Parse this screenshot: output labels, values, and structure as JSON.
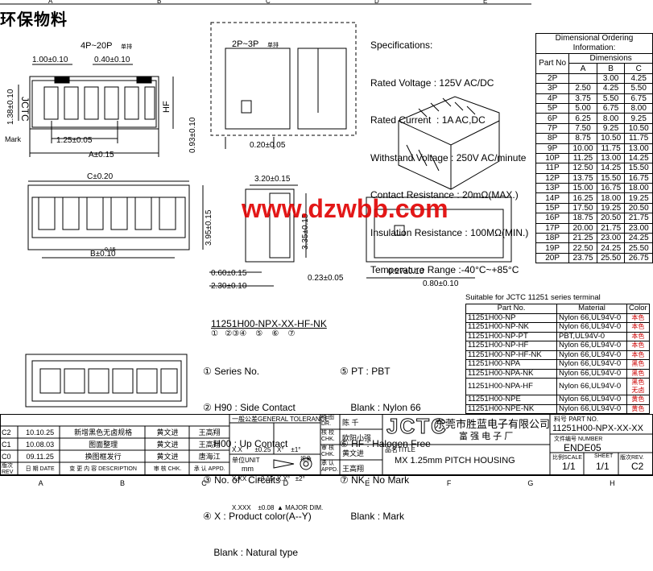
{
  "stamp": "环保物料",
  "views": {
    "top_label": "4P~20P",
    "top_label_note": "单排",
    "small_label": "2P~3P",
    "small_label_note": "单排",
    "dims": {
      "d1": "1.00±0.10",
      "d2": "0.40±0.10",
      "d3": "1.38±0.10",
      "d4": "1.25±0.05",
      "d5": "A±0.15",
      "d6": "0.93±0.10",
      "d7": "0.20±0.05",
      "d8": "C±0.20",
      "d9": "3.20±0.15",
      "d10": "3.95±0.15",
      "d11": "3.35±0.15",
      "d12": "B±0.10",
      "d12b": "0.15",
      "d13": "0.60±0.15",
      "d14": "2.30±0.10",
      "d15": "0.23±0.05",
      "d16": "0.27±0.10",
      "d17": "0.80±0.10"
    },
    "mark": "Mark",
    "logo_text": "JCTC",
    "hf_text": "HF",
    "watermark": "www.dzwbb.com"
  },
  "specs": {
    "title": "Specifications:",
    "lines": [
      "Rated Voltage : 125V AC/DC",
      "Rated Current  : 1A AC,DC",
      "Withstand Voltage : 250V AC/minute",
      "Contact Resistance : 20mΩ(MAX.)",
      "Insulation Resistance : 100MΩ(MIN.)",
      "Temperature Range :-40°C~+85°C"
    ]
  },
  "dim_table": {
    "title": "Dimensional Ordering Information:",
    "col_partno": "Part No",
    "col_dimensions": "Dimensions",
    "cols": [
      "A",
      "B",
      "C"
    ],
    "rows": [
      [
        "2P",
        "",
        "3.00",
        "4.25"
      ],
      [
        "3P",
        "2.50",
        "4.25",
        "5.50"
      ],
      [
        "4P",
        "3.75",
        "5.50",
        "6.75"
      ],
      [
        "5P",
        "5.00",
        "6.75",
        "8.00"
      ],
      [
        "6P",
        "6.25",
        "8.00",
        "9.25"
      ],
      [
        "7P",
        "7.50",
        "9.25",
        "10.50"
      ],
      [
        "8P",
        "8.75",
        "10.50",
        "11.75"
      ],
      [
        "9P",
        "10.00",
        "11.75",
        "13.00"
      ],
      [
        "10P",
        "11.25",
        "13.00",
        "14.25"
      ],
      [
        "11P",
        "12.50",
        "14.25",
        "15.50"
      ],
      [
        "12P",
        "13.75",
        "15.50",
        "16.75"
      ],
      [
        "13P",
        "15.00",
        "16.75",
        "18.00"
      ],
      [
        "14P",
        "16.25",
        "18.00",
        "19.25"
      ],
      [
        "15P",
        "17.50",
        "19.25",
        "20.50"
      ],
      [
        "16P",
        "18.75",
        "20.50",
        "21.75"
      ],
      [
        "17P",
        "20.00",
        "21.75",
        "23.00"
      ],
      [
        "18P",
        "21.25",
        "23.00",
        "24.25"
      ],
      [
        "19P",
        "22.50",
        "24.25",
        "25.50"
      ],
      [
        "20P",
        "23.75",
        "25.50",
        "26.75"
      ]
    ]
  },
  "terminal_table": {
    "title": "Suitable for JCTC 11251 series terminal",
    "cols": [
      "Part No.",
      "Material",
      "Color"
    ],
    "rows": [
      [
        "11251H00-NP",
        "Nylon 66,UL94V-0",
        "本色"
      ],
      [
        "11251H00-NP-NK",
        "Nylon 66,UL94V-0",
        "本色"
      ],
      [
        "11251H00-NP-PT",
        "PBT,UL94V-0",
        "本色"
      ],
      [
        "11251H00-NP-HF",
        "Nylon 66,UL94V-0",
        "本色"
      ],
      [
        "11251H00-NP-HF-NK",
        "Nylon 66,UL94V-0",
        "本色"
      ],
      [
        "11251H00-NPA",
        "Nylon 66,UL94V-0",
        "黑色"
      ],
      [
        "11251H00-NPA-NK",
        "Nylon 66,UL94V-0",
        "黑色"
      ],
      [
        "11251H00-NPA-HF",
        "Nylon 66,UL94V-0",
        "黑色无卤"
      ],
      [
        "11251H00-NPE",
        "Nylon 66,UL94V-0",
        "黄色"
      ],
      [
        "11251H00-NPE-NK",
        "Nylon 66,UL94V-0",
        "黄色"
      ]
    ]
  },
  "part_number": {
    "code": "11251H00-NPX-XX-HF-NK",
    "markers": "①   ②③④    ⑤    ⑥    ⑦",
    "left": [
      "① Series No.",
      "② H90 : Side Contact",
      "    H00 : Up Contact",
      "③ No. of   Circuits",
      "④ X : Product color(A--Y)",
      "    Blank : Natural type"
    ],
    "right": [
      "⑤ PT : PBT",
      "    Blank : Nylon 66",
      "⑥ HF : Halogen Free",
      "⑦ NK : No Mark",
      "    Blank : Mark"
    ]
  },
  "revisions": [
    {
      "rev": "C2",
      "date": "10.10.25",
      "desc": "新增黑色无卤规格",
      "chk": "黄文进",
      "appd": "王高翔"
    },
    {
      "rev": "C1",
      "date": "10.08.03",
      "desc": "图面整理",
      "chk": "黄文进",
      "appd": "王高翔"
    },
    {
      "rev": "C0",
      "date": "09.11.25",
      "desc": "换图框发行",
      "chk": "黄文进",
      "appd": "唐海江"
    }
  ],
  "rev_headers": {
    "rev": "版次REV",
    "date": "日 期  DATE",
    "desc": "变 更 内 容 DESCRIPTION",
    "chk": "审 核  CHK.",
    "appd": "承 认  APPD."
  },
  "tolerance": {
    "title": "一般公差GENERAL TOLERANCE",
    "rows": [
      "X.X       ±0.25",
      "X.XX      ±0.15",
      "X.XXX    ±0.08"
    ],
    "angles": [
      "X°    ±1°",
      "X.X°   ±2°"
    ],
    "major": "▲ MAJOR DIM.",
    "unit_label": "单位UNIT",
    "unit": "mm",
    "proj": "视角"
  },
  "signoff": {
    "dr_label": "绘 图 DR.",
    "dr": "陈  千",
    "chk_label": "核 校 CHK.",
    "chk": "欧阳小强",
    "chk2_label": "审 核 CHK.",
    "chk2": "黄文进",
    "appd_label": "承 认 APPD.",
    "appd": "王高翔"
  },
  "company": {
    "logo": "JCTC",
    "name1": "东莞市胜蓝电子有限公司",
    "name2": "富 强 电 子 厂",
    "title_label": "品名TITLE",
    "title": "MX 1.25mm PITCH HOUSING"
  },
  "partno_block": {
    "label": "料号 PART NO.",
    "value": "11251H00-NPX-XX-XX",
    "num_label": "文件编号 NUMBER",
    "number": "ENDE05",
    "scale_label": "比例SCALE",
    "scale": "1/1",
    "sheet_label": "SHEET",
    "sheet": "1/1",
    "rev_label": "版次REV.",
    "rev": "C2"
  },
  "ruler": [
    "A",
    "B",
    "C",
    "D",
    "E",
    "F",
    "G",
    "H"
  ]
}
